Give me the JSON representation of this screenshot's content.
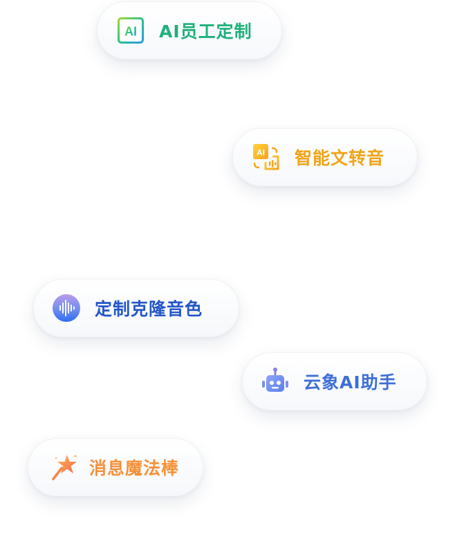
{
  "features": {
    "ai_employee": {
      "label": "AI员工定制",
      "icon": "ai-badge-icon",
      "icon_text": "AI",
      "color": "#1fb07a"
    },
    "text_to_speech": {
      "label": "智能文转音",
      "icon": "text-to-speech-icon",
      "icon_text": "AI",
      "color": "#f0a419"
    },
    "voice_clone": {
      "label": "定制克隆音色",
      "icon": "voice-wave-icon",
      "color": "#2356c8"
    },
    "ai_assistant": {
      "label": "云象AI助手",
      "icon": "robot-icon",
      "color": "#3d6fd8"
    },
    "magic_wand": {
      "label": "消息魔法棒",
      "icon": "magic-wand-icon",
      "color": "#f5913a"
    }
  }
}
